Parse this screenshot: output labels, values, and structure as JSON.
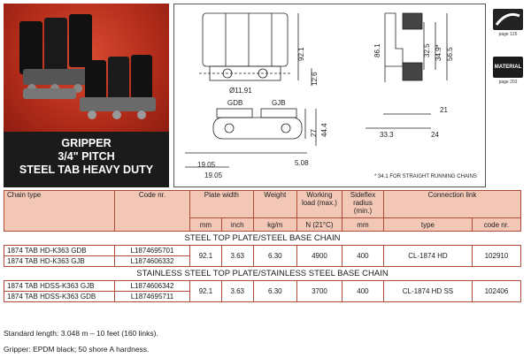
{
  "title": {
    "line1": "GRIPPER",
    "line2": "3/4\" PITCH",
    "line3": "STEEL TAB HEAVY DUTY"
  },
  "drawing": {
    "labels": [
      "GDB",
      "GJB"
    ],
    "dims": [
      "Ø11.91",
      "92.1",
      "12.6",
      "86.1",
      "32.5",
      "34.9*",
      "56.5",
      "21",
      "33.3",
      "24",
      "27",
      "44.4",
      "5.08",
      "19.05",
      "19.05"
    ],
    "footnote": "* 34.1 FOR STRAIGHT RUNNING CHAINS"
  },
  "side": {
    "page_ref_1": "page 125",
    "material_label": "MATERIAL",
    "page_ref_2": "page 203"
  },
  "table": {
    "headers": {
      "chain_type": "Chain type",
      "code_nr": "Code nr.",
      "plate_width": "Plate width",
      "weight": "Weight",
      "working_load": "Working load (max.)",
      "sideflex": "Sideflex radius (min.)",
      "connection_link": "Connection link"
    },
    "units": {
      "mm": "mm",
      "inch": "inch",
      "kgm": "kg/m",
      "n": "N (21°C)",
      "mm2": "mm",
      "type": "type",
      "code": "code nr."
    },
    "sections": [
      {
        "title": "STEEL TOP PLATE/STEEL BASE CHAIN",
        "rows": [
          {
            "chain": "1874 TAB HD-K363 GDB",
            "code": "L1874695701"
          },
          {
            "chain": "1874 TAB HD-K363 GJB",
            "code": "L1874606332"
          }
        ],
        "mm": "92.1",
        "inch": "3.63",
        "weight": "6.30",
        "load": "4900",
        "sideflex": "400",
        "type": "CL-1874 HD",
        "link_code": "102910"
      },
      {
        "title": "STAINLESS STEEL TOP PLATE/STAINLESS STEEL BASE CHAIN",
        "rows": [
          {
            "chain": "1874 TAB HDSS-K363 GJB",
            "code": "L1874606342"
          },
          {
            "chain": "1874 TAB HDSS-K363 GDB",
            "code": "L1874695711"
          }
        ],
        "mm": "92.1",
        "inch": "3.63",
        "weight": "6.30",
        "load": "3700",
        "sideflex": "400",
        "type": "CL-1874 HD SS",
        "link_code": "102406"
      }
    ]
  },
  "footnotes": {
    "line1": "Standard length: 3.048 m – 10 feet (160 links).",
    "line2": "Gripper: EPDM black; 50 shore A hardness."
  },
  "colors": {
    "accent": "#b02a1a",
    "header_bg": "#f2c7b6",
    "dark": "#1b1b1b"
  }
}
